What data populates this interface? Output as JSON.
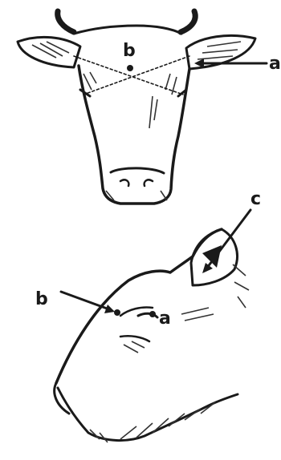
{
  "figures": [
    {
      "view": "front",
      "labels": {
        "a": "a",
        "b": "b"
      }
    },
    {
      "view": "side",
      "labels": {
        "a": "a",
        "b": "b",
        "c": "c"
      }
    }
  ],
  "colors": {
    "ink": "#1a1a1a",
    "background": "#ffffff"
  }
}
